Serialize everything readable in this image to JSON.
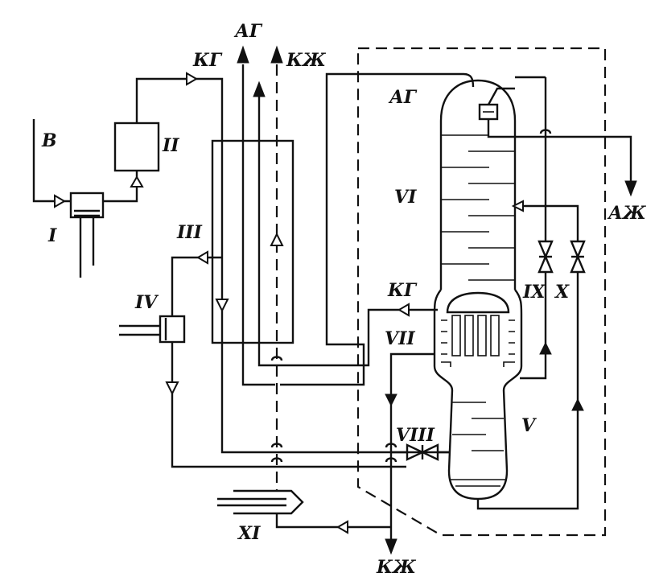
{
  "labels": {
    "air_in": "В",
    "compressor": "I",
    "unit_II": "II",
    "heat_exchanger": "III",
    "expander": "IV",
    "lower_column": "V",
    "upper_column": "VI",
    "condenser": "VII",
    "valve_VIII": "VIII",
    "valve_IX": "IX",
    "valve_X": "X",
    "unit_XI": "XI",
    "kg_top": "КГ",
    "ag_top": "АГ",
    "kzh_top": "КЖ",
    "ag_column": "АГ",
    "azh_out": "АЖ",
    "kg_mid": "КГ",
    "kzh_bottom": "КЖ"
  }
}
